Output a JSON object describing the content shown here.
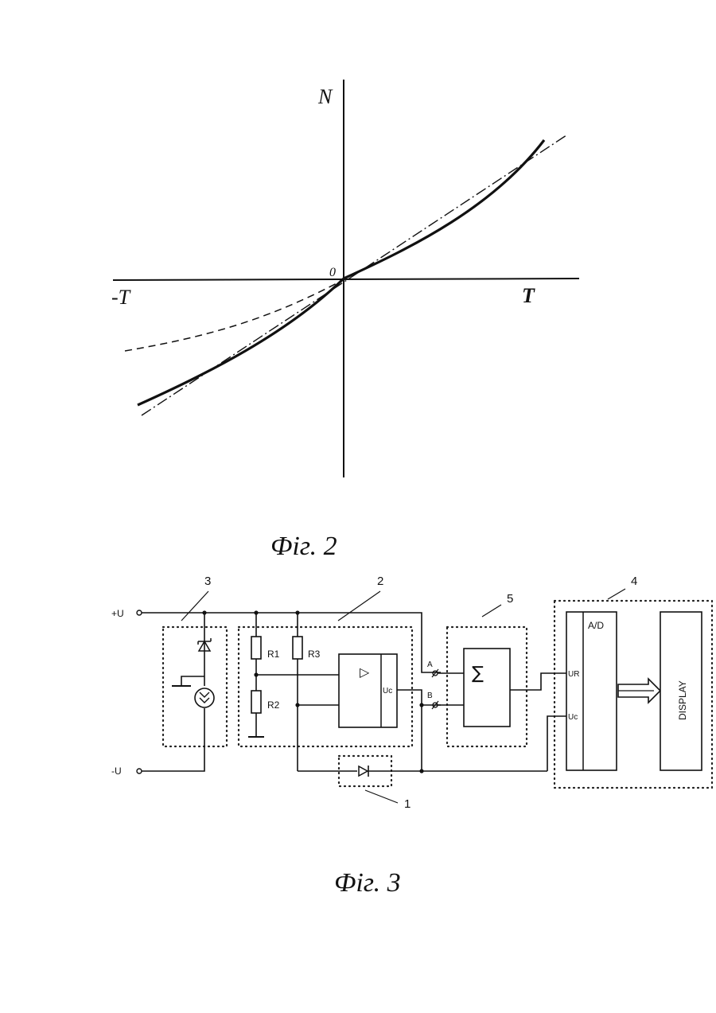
{
  "fig2": {
    "axis_y_label": "N",
    "axis_x_pos_label": "T",
    "axis_x_neg_label": "-T",
    "origin_label": "0",
    "caption": "Фіг. 2"
  },
  "fig3": {
    "caption": "Фіг. 3",
    "terminals": {
      "plus": "+U",
      "minus": "-U",
      "a": "A",
      "b": "B"
    },
    "resistors": [
      "R1",
      "R2",
      "R3"
    ],
    "sensor_output": "Uc",
    "adc_label": "A/D",
    "adc_inputs": [
      "UR",
      "Uc"
    ],
    "display_label": "DISPLAY",
    "summator_symbol": "∑",
    "amp_symbol": "▷",
    "block_numbers": {
      "block1": "1",
      "block2": "2",
      "block3": "3",
      "block4": "4",
      "block5": "5"
    }
  }
}
